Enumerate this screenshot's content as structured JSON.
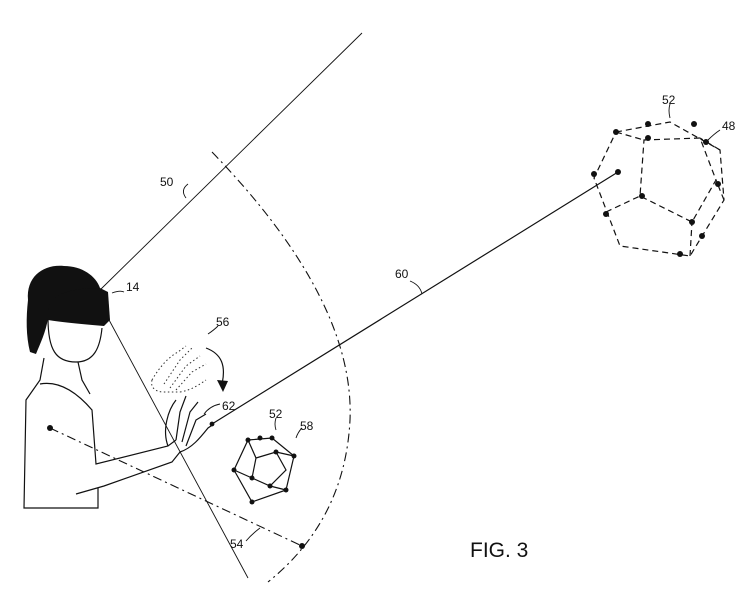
{
  "figure": {
    "caption": "FIG. 3",
    "labels": {
      "gaze_ray": "50",
      "hmd": "14",
      "distant_object": "48",
      "object_distant": "52",
      "object_near": "52",
      "boundary_near": "58",
      "pointer_ray": "60",
      "hand_motion": "56",
      "pointer_origin": "62",
      "arm_ray": "54"
    }
  }
}
